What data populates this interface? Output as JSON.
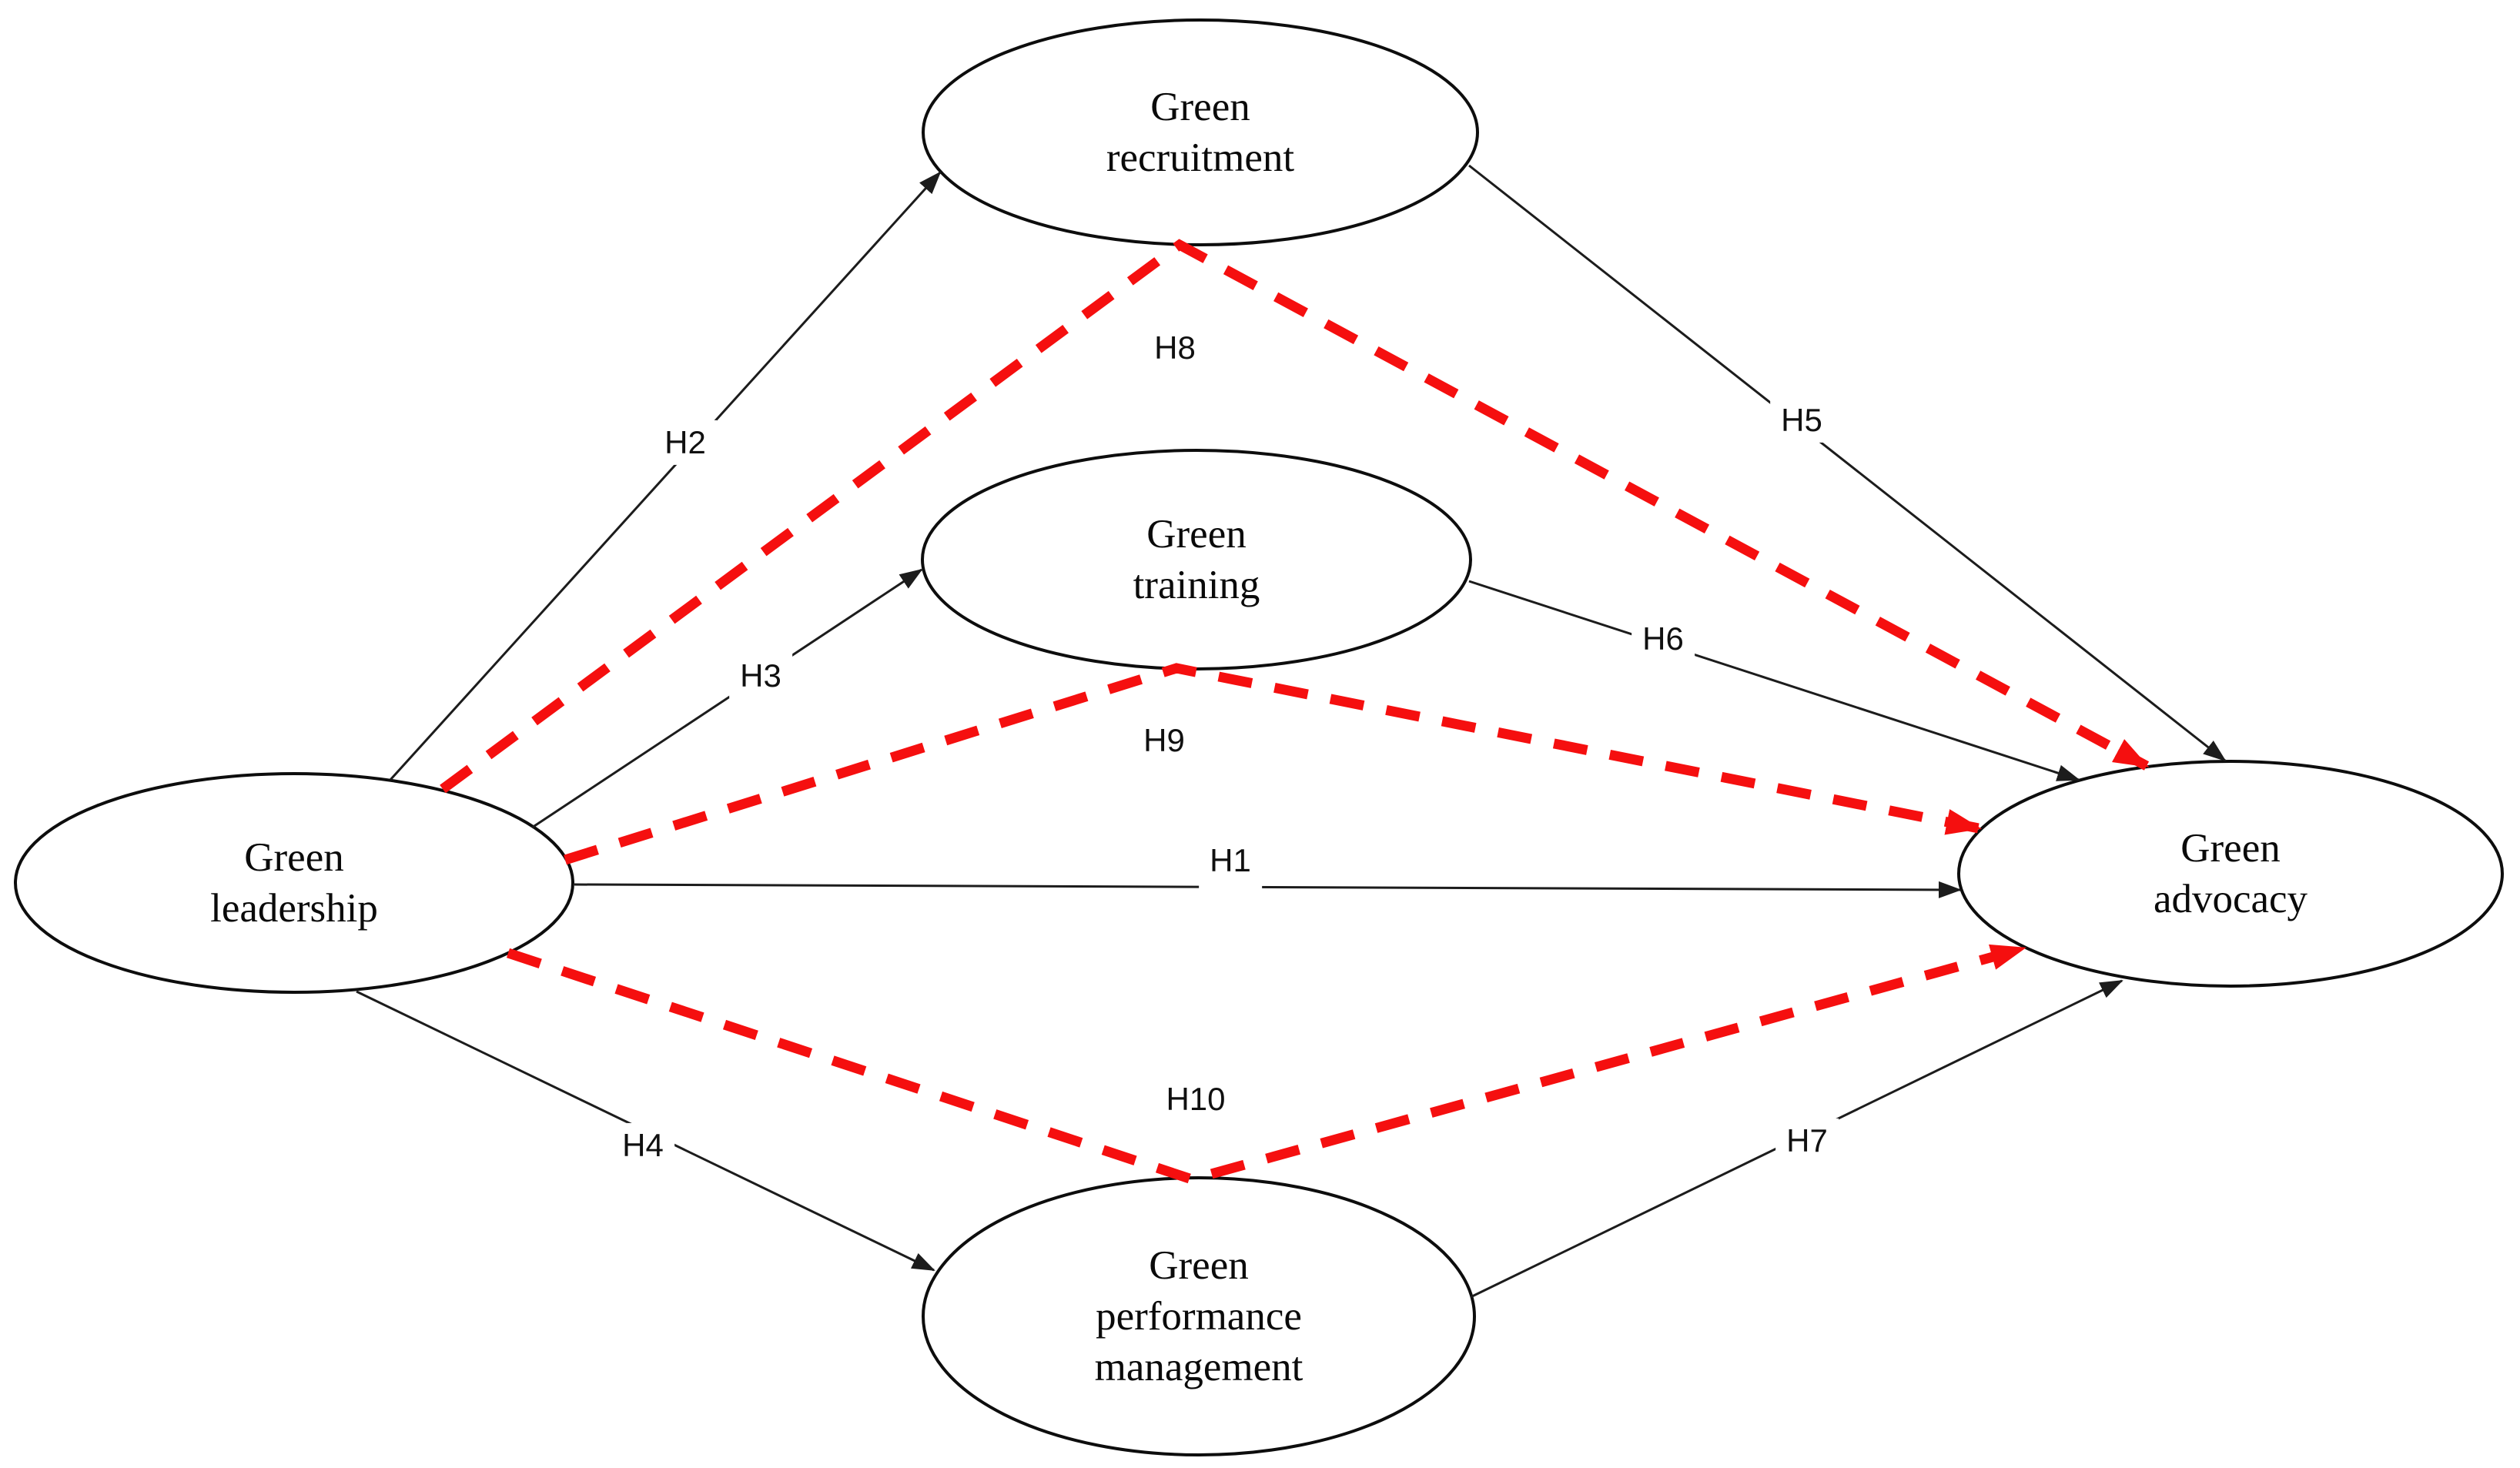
{
  "diagram": {
    "type": "hypothesis-path-model",
    "nodes": {
      "leadership": {
        "label": "Green leadership",
        "lines": [
          "Green",
          "leadership"
        ]
      },
      "recruitment": {
        "label": "Green recruitment",
        "lines": [
          "Green",
          "recruitment"
        ]
      },
      "training": {
        "label": "Green training",
        "lines": [
          "Green",
          "training"
        ]
      },
      "performance": {
        "label": "Green performance management",
        "lines": [
          "Green",
          "performance",
          "management"
        ]
      },
      "advocacy": {
        "label": "Green advocacy",
        "lines": [
          "Green",
          "advocacy"
        ]
      }
    },
    "labels": {
      "h1": "H1",
      "h2": "H2",
      "h3": "H3",
      "h4": "H4",
      "h5": "H5",
      "h6": "H6",
      "h7": "H7",
      "h8": "H8",
      "h9": "H9",
      "h10": "H10"
    },
    "edges": [
      {
        "id": "H1",
        "from": "leadership",
        "to": "advocacy",
        "style": "solid-black-arrow"
      },
      {
        "id": "H2",
        "from": "leadership",
        "to": "recruitment",
        "style": "solid-black-arrow"
      },
      {
        "id": "H3",
        "from": "leadership",
        "to": "training",
        "style": "solid-black-arrow"
      },
      {
        "id": "H4",
        "from": "leadership",
        "to": "performance",
        "style": "solid-black-arrow"
      },
      {
        "id": "H5",
        "from": "recruitment",
        "to": "advocacy",
        "style": "solid-black-arrow"
      },
      {
        "id": "H6",
        "from": "training",
        "to": "advocacy",
        "style": "solid-black-arrow"
      },
      {
        "id": "H7",
        "from": "performance",
        "to": "advocacy",
        "style": "solid-black-arrow"
      },
      {
        "id": "H8",
        "from": "leadership",
        "via": "recruitment",
        "to": "advocacy",
        "style": "dashed-red-arrow"
      },
      {
        "id": "H9",
        "from": "leadership",
        "via": "training",
        "to": "advocacy",
        "style": "dashed-red-arrow"
      },
      {
        "id": "H10",
        "from": "leadership",
        "via": "performance",
        "to": "advocacy",
        "style": "dashed-red-arrow"
      }
    ],
    "colors": {
      "background": "#ffffff",
      "node_fill": "#ffffff",
      "node_border": "#0d0d0d",
      "direct_arrow": "#1c1c1c",
      "mediated_arrow": "#f50f0f",
      "text": "#0a0a0a"
    }
  }
}
